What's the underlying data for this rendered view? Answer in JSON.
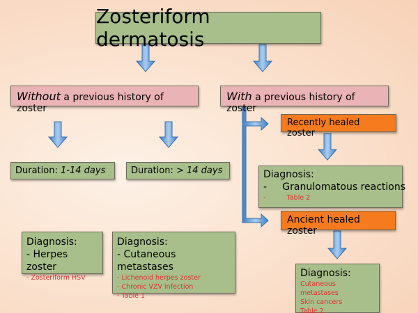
{
  "title": "Zosteriform dermatosis",
  "without": {
    "em": "Without",
    "rest": " a previous history of zoster"
  },
  "with": {
    "em": "With",
    "rest": " a previous history of zoster"
  },
  "duration_short": {
    "label": "Duration: ",
    "value": "1-14 days"
  },
  "duration_long": {
    "label": "Duration: ",
    "value": "> 14 days"
  },
  "recently_healed": "Recently healed zoster",
  "ancient_healed": "Ancient healed zoster",
  "diag_herpes": {
    "heading": "Diagnosis:",
    "main": "- Herpes zoster",
    "sub": [
      "- Zosteriform HSV"
    ]
  },
  "diag_cutaneous": {
    "heading": "Diagnosis:",
    "main": "- Cutaneous metastases",
    "sub": [
      "- Lichenoid herpes zoster",
      "- Chronic VZV infection",
      "- Table 1"
    ]
  },
  "diag_granulomatous": {
    "heading": "Diagnosis:",
    "main": "-     Granulomatous reactions",
    "sub": [
      "-          Table 2"
    ]
  },
  "diag_ancient": {
    "heading": "Diagnosis:",
    "sub": [
      "Cutaneous metastases",
      "Skin cancers",
      "Table 2"
    ]
  },
  "colors": {
    "green": "#a8bf8c",
    "pink": "#eab3b5",
    "orange": "#f57b1e",
    "arrow": "#5b9bd5",
    "red": "#e0302c"
  }
}
